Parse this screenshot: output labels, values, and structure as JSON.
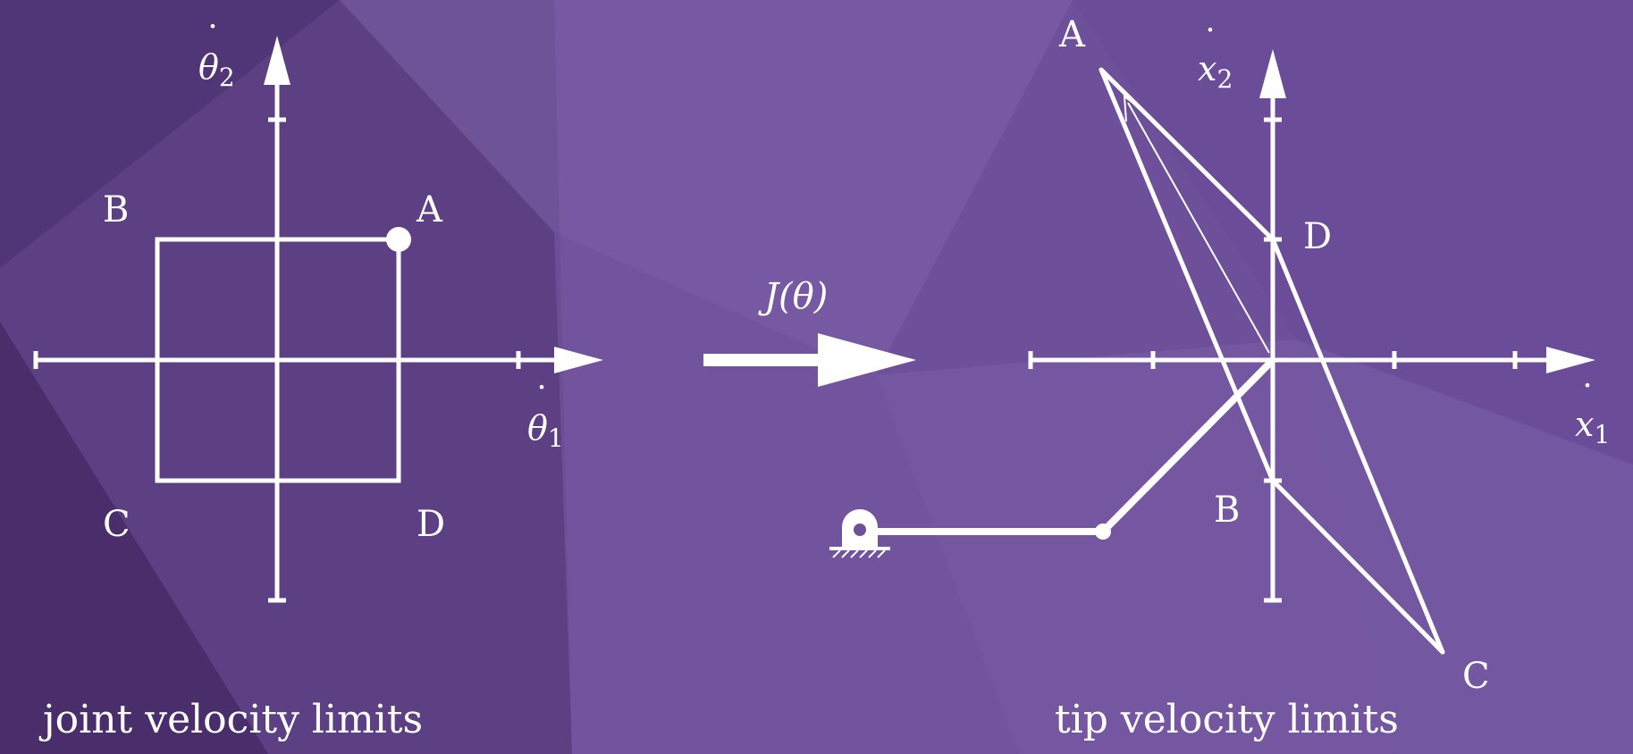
{
  "left": {
    "caption": "joint velocity limits",
    "axis_x": {
      "symbol": "θ",
      "dot": "˙",
      "subscript": "1"
    },
    "axis_y": {
      "symbol": "θ",
      "dot": "˙",
      "subscript": "2"
    },
    "corners": {
      "A": "A",
      "B": "B",
      "C": "C",
      "D": "D"
    }
  },
  "mapping": {
    "label": "J(θ)"
  },
  "right": {
    "caption": "tip velocity limits",
    "axis_x": {
      "symbol": "x",
      "dot": "˙",
      "subscript": "1"
    },
    "axis_y": {
      "symbol": "x",
      "dot": "˙",
      "subscript": "2"
    },
    "corners": {
      "A": "A",
      "B": "B",
      "C": "C",
      "D": "D"
    }
  },
  "colors": {
    "background": "#6e4f9a",
    "background_dark": "#4f2f70",
    "background_light": "#8a6fb3",
    "stroke": "#ffffff"
  }
}
